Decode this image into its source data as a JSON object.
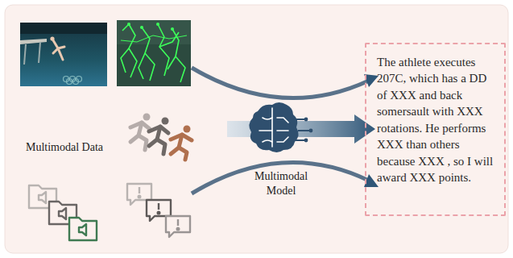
{
  "diagram": {
    "nodes": [
      {
        "text": [
          "The athlete executes 207C, which has a DD of XXX and back somersault with XXX rotations. He performs XXX than others because XXX , so I will award  XXX points."
        ]
      }
    ],
    "labels": [
      "Multimodal Data",
      "Multimodal Model"
    ]
  }
}
